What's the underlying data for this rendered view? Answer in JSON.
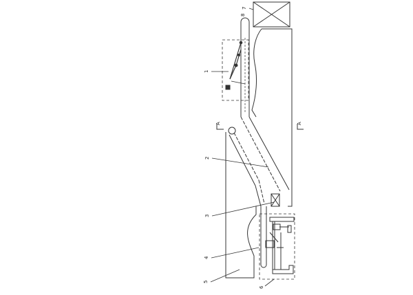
{
  "figure": {
    "callouts": [
      {
        "id": "c1",
        "text": "1"
      },
      {
        "id": "c2",
        "text": "2"
      },
      {
        "id": "c3",
        "text": "3"
      },
      {
        "id": "c4",
        "text": "4"
      },
      {
        "id": "c5",
        "text": "5"
      },
      {
        "id": "c6",
        "text": "6"
      },
      {
        "id": "c7",
        "text": "7"
      },
      {
        "id": "c8",
        "text": "8"
      }
    ],
    "section_marks": [
      {
        "id": "s-left",
        "text": "A"
      },
      {
        "id": "s-right",
        "text": "A"
      }
    ]
  }
}
